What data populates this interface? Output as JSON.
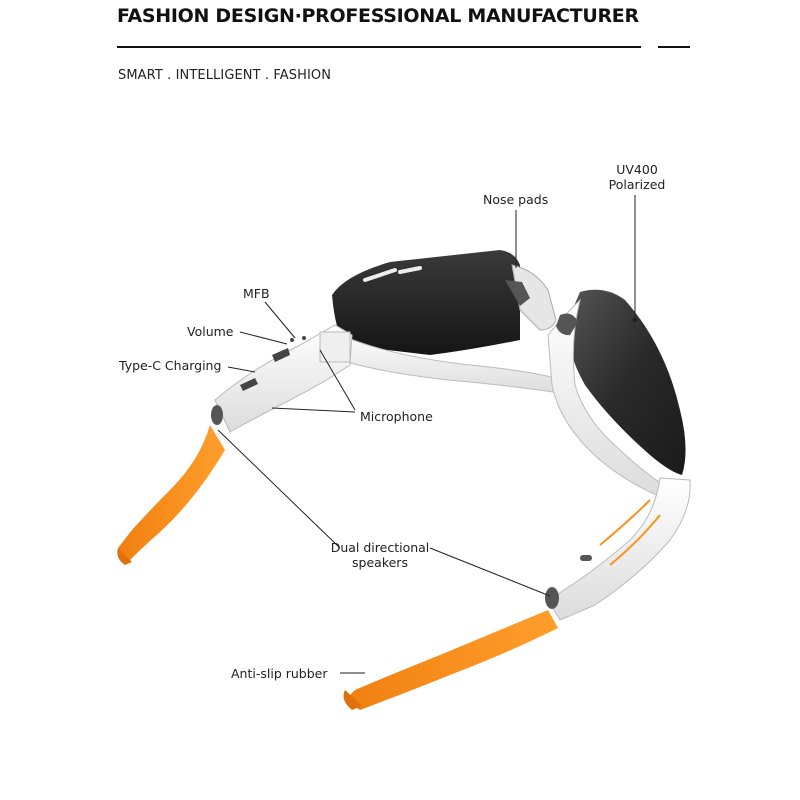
{
  "header": {
    "title": "FASHION DESIGN·PROFESSIONAL MANUFACTURER",
    "subtitle": "SMART . INTELLIGENT . FASHION"
  },
  "callouts": {
    "nose_pads": "Nose pads",
    "uv400_line1": "UV400",
    "uv400_line2": "Polarized",
    "mfb": "MFB",
    "volume": "Volume",
    "type_c": "Type-C Charging",
    "microphone": "Microphone",
    "speakers_line1": "Dual directional",
    "speakers_line2": "speakers",
    "anti_slip": "Anti-slip rubber"
  },
  "colors": {
    "accent_orange": "#f7931e",
    "frame_white": "#f4f4f4",
    "lens_dark": "#2a2a2a",
    "text": "#111111"
  }
}
